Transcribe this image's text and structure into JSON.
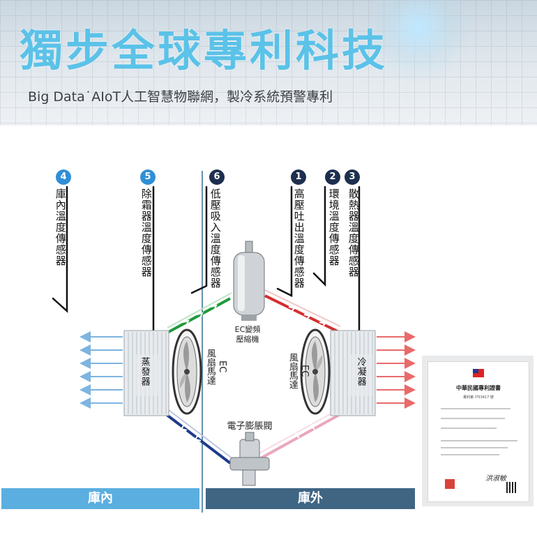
{
  "header": {
    "title": "獨步全球專利科技",
    "subtitle": "Big Data˙AIoT人工智慧物聯網，製冷系統預警專利"
  },
  "sensors": [
    {
      "num": "4",
      "label": "庫內溫度傳感器"
    },
    {
      "num": "5",
      "label": "除霜器溫度傳感器"
    },
    {
      "num": "6",
      "label": "低壓吸入溫度傳感器"
    },
    {
      "num": "1",
      "label": "高壓吐出溫度傳感器"
    },
    {
      "num": "2",
      "label": "環境溫度傳感器"
    },
    {
      "num": "3",
      "label": "散熱器溫度傳感器"
    }
  ],
  "components": {
    "compressor": "EC變頻\n壓縮機",
    "evaporator": "蒸發器",
    "condenser": "冷凝器",
    "fan_left": "EC\n風扇馬達",
    "fan_right": "EC\n風扇馬達",
    "valve": "電子膨脹閥"
  },
  "zones": {
    "inside": "庫內",
    "outside": "庫外"
  },
  "certificate": {
    "title": "中華民國專利證書",
    "number": "專利第 I753417 號",
    "signature": "洪淑敏"
  },
  "colors": {
    "title": "#5bc2e8",
    "badge_blue": "#2f8fd6",
    "badge_navy": "#1d2f4f",
    "line_green": "#1e9b3a",
    "line_red": "#d62e2e",
    "line_navy": "#1f3a8c",
    "line_pink": "#e9a7bd",
    "air_cold": "#7db4e0",
    "air_hot": "#e96a6a",
    "zone_inside": "#5aaee0",
    "zone_outside": "#3f6583"
  }
}
